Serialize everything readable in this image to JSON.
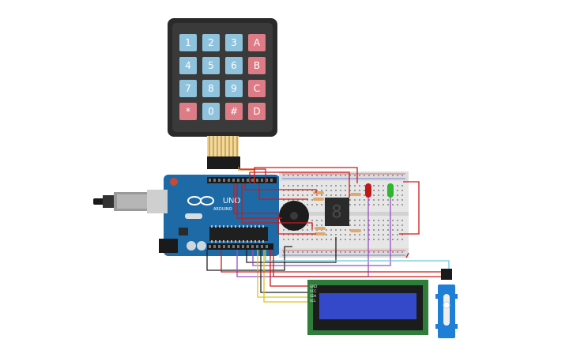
{
  "keypad": {
    "keys": [
      {
        "label": "1",
        "kind": "num"
      },
      {
        "label": "2",
        "kind": "num"
      },
      {
        "label": "3",
        "kind": "num"
      },
      {
        "label": "A",
        "kind": "letter"
      },
      {
        "label": "4",
        "kind": "num"
      },
      {
        "label": "5",
        "kind": "num"
      },
      {
        "label": "6",
        "kind": "num"
      },
      {
        "label": "B",
        "kind": "letter"
      },
      {
        "label": "7",
        "kind": "num"
      },
      {
        "label": "8",
        "kind": "num"
      },
      {
        "label": "9",
        "kind": "num"
      },
      {
        "label": "C",
        "kind": "letter"
      },
      {
        "label": "*",
        "kind": "letter"
      },
      {
        "label": "0",
        "kind": "num"
      },
      {
        "label": "#",
        "kind": "letter"
      },
      {
        "label": "D",
        "kind": "letter"
      }
    ]
  },
  "arduino": {
    "model_label": "UNO",
    "brand_label": "ARDUINO"
  },
  "seven_segment": {
    "digit": "8"
  },
  "lcd": {
    "pin_labels": [
      "GND",
      "VCC",
      "SDA",
      "SCL"
    ]
  },
  "colors": {
    "key_num": "#8fc3dd",
    "key_letter": "#dd7c86",
    "keypad_body": "#2a2a2a",
    "arduino_board": "#1d6aa6",
    "breadboard": "#e6e6e6",
    "lcd_board": "#2f7d3a",
    "lcd_screen": "#3349c9",
    "wire_red": "#d01818",
    "wire_black": "#222222",
    "wire_purple": "#9b4fc2",
    "wire_yellow": "#e1c419",
    "wire_cyan": "#6ec8e0",
    "wire_orange": "#e08a1a",
    "led_red": "#c01818",
    "led_green": "#2fb52f",
    "servo_blue": "#1f7fd6"
  },
  "icons": [
    "usb-cable-icon",
    "power-jack-icon",
    "buzzer-icon",
    "resistor-icon",
    "servo-horn-icon"
  ]
}
